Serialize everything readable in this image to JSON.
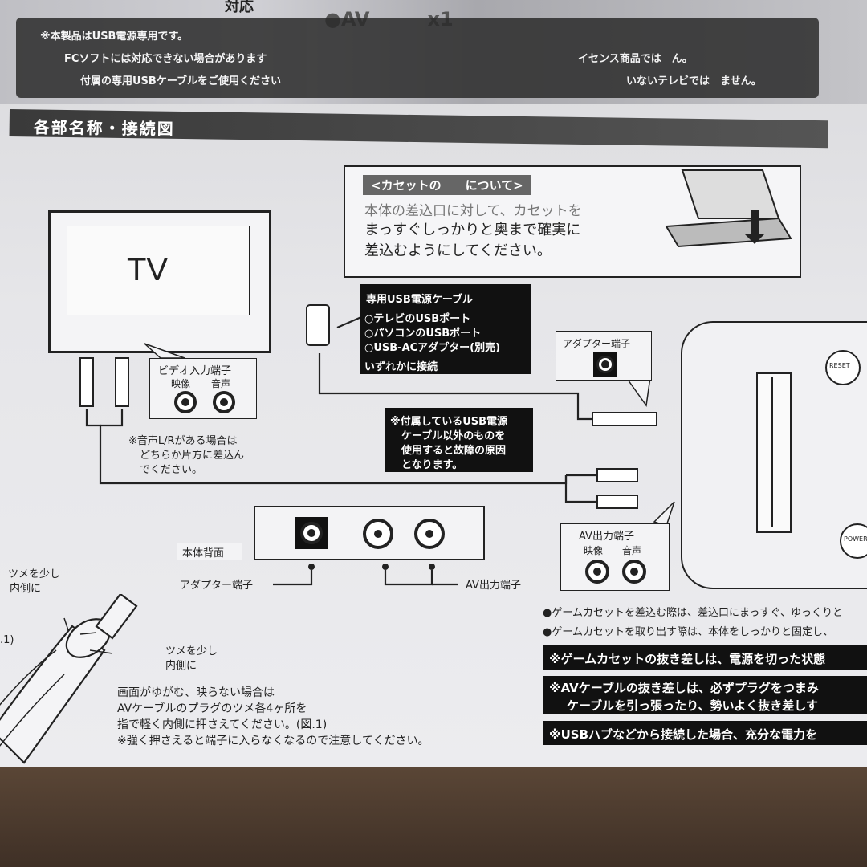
{
  "top_notice": {
    "line1": "※本製品はUSB電源専用です。",
    "line2": "FCソフトには対応できない場合があります",
    "line3": "付属の専用USBケーブルをご使用ください",
    "right1": "イセンス商品では　ん。",
    "right2": "いないテレビでは　ません。",
    "top_right": "●AV　　　x1",
    "top_left": "対応"
  },
  "section_title": "各部名称・接続図",
  "cassette_note": {
    "title": "<カセットの　　について>",
    "line1": "本体の差込口に対して、カセットを",
    "line2": "まっすぐしっかりと奥まで確実に",
    "line3": "差込むようにしてください。"
  },
  "tv": {
    "label": "TV",
    "video_input_title": "ビデオ入力端子",
    "video_label": "映像",
    "audio_label": "音声",
    "note1": "※音声L/Rがある場合は",
    "note2": "どちらか片方に差込ん",
    "note3": "でください。"
  },
  "usb_cable": {
    "title": "専用USB電源ケーブル",
    "item1": "○テレビのUSBポート",
    "item2": "○パソコンのUSBポート",
    "item3": "○USB-ACアダプター(別売)",
    "footer": "いずれかに接続"
  },
  "adapter_port": {
    "label": "アダプター端子"
  },
  "warning_cable": {
    "line1": "※付属しているUSB電源",
    "line2": "ケーブル以外のものを",
    "line3": "使用すると故障の原因",
    "line4": "となります。"
  },
  "back_panel": {
    "label": "本体背面",
    "adapter_label": "アダプター端子",
    "av_label": "AV出力端子"
  },
  "av_out": {
    "title": "AV出力端子",
    "video_label": "映像",
    "audio_label": "音声"
  },
  "console": {
    "reset": "RESET",
    "power": "POWER"
  },
  "plug_notes": {
    "claw1a": "ツメを少し",
    "claw1b": "内側に",
    "claw2a": "ツメを少し",
    "claw2b": "内側に",
    "fig": ".1)",
    "para1": "画面がゆがむ、映らない場合は",
    "para2": "AVケーブルのプラグのツメ各4ヶ所を",
    "para3": "指で軽く内側に押さえてください。(図.1)",
    "para4": "※強く押さえると端子に入らなくなるので注意してください。"
  },
  "bullets": {
    "b1": "●ゲームカセットを差込む際は、差込口にまっすぐ、ゆっくりと",
    "b2": "●ゲームカセットを取り出す際は、本体をしっかりと固定し、"
  },
  "warnings": {
    "w1": "※ゲームカセットの抜き差しは、電源を切った状態",
    "w2a": "※AVケーブルの抜き差しは、必ずプラグをつまみ",
    "w2b": "ケーブルを引っ張ったり、勢いよく抜き差しす",
    "w3": "※USBハブなどから接続した場合、充分な電力を"
  }
}
